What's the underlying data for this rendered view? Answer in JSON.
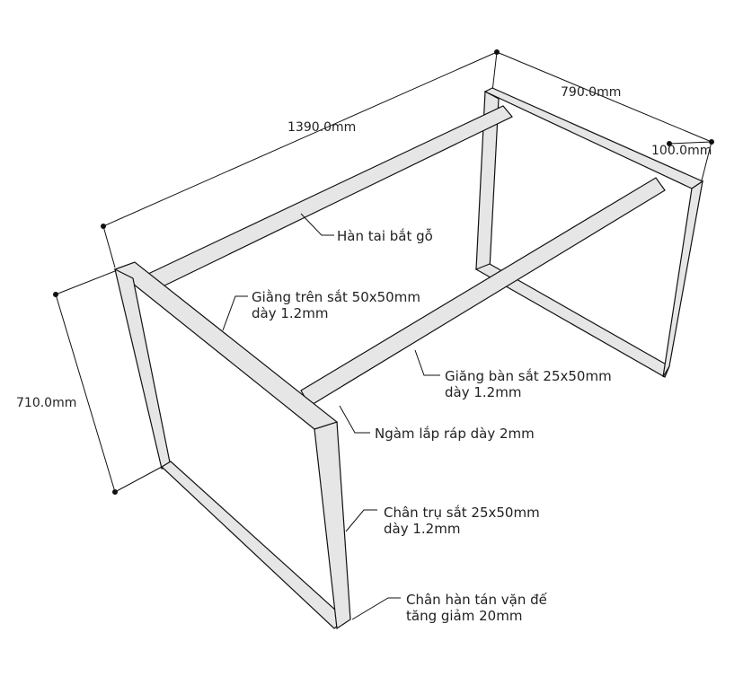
{
  "dimensions": {
    "length": "1390.0mm",
    "width": "790.0mm",
    "height": "710.0mm",
    "inset": "100.0mm"
  },
  "callouts": [
    {
      "line1": "Hàn tai bắt gỗ"
    },
    {
      "line1": "Giằng trên sắt 50x50mm",
      "line2": "dày 1.2mm"
    },
    {
      "line1": "Giăng bàn sắt 25x50mm",
      "line2": "dày 1.2mm"
    },
    {
      "line1": "Ngàm lắp ráp dày 2mm"
    },
    {
      "line1": "Chân trụ sắt 25x50mm",
      "line2": "dày 1.2mm"
    },
    {
      "line1": "Chân hàn tán vặn đế",
      "line2": "tăng giảm 20mm"
    }
  ]
}
